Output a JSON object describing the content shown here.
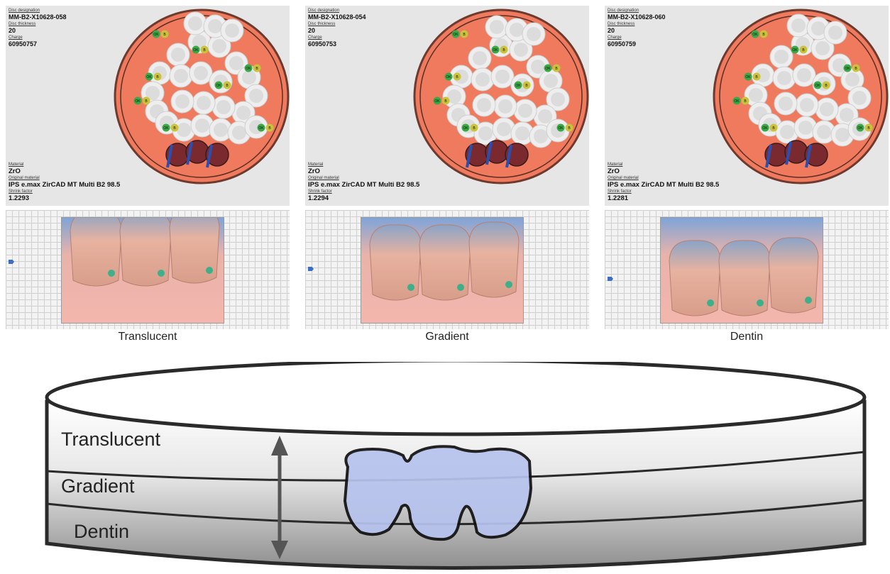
{
  "panels": [
    {
      "disc_designation_label": "Disc designation",
      "disc_designation": "MM-B2-X10628-058",
      "disc_thickness_label": "Disc thickness",
      "disc_thickness": "20",
      "charge_label": "Charge",
      "charge": "60950757",
      "material_label": "Material",
      "material": "ZrO",
      "original_material_label": "Original material",
      "original_material": "IPS e.max ZirCAD MT Multi B2 98.5",
      "shrink_factor_label": "Shrink factor",
      "shrink_factor": "1.2293",
      "caption": "Translucent"
    },
    {
      "disc_designation_label": "Disc designation",
      "disc_designation": "MM-B2-X10628-054",
      "disc_thickness_label": "Disc thickness",
      "disc_thickness": "20",
      "charge_label": "Charge",
      "charge": "60950753",
      "material_label": "Material",
      "material": "ZrO",
      "original_material_label": "Original material",
      "original_material": "IPS e.max ZirCAD MT Multi B2 98.5",
      "shrink_factor_label": "Shrink factor",
      "shrink_factor": "1.2294",
      "caption": "Gradient"
    },
    {
      "disc_designation_label": "Disc designation",
      "disc_designation": "MM-B2-X10628-060",
      "disc_thickness_label": "Disc thickness",
      "disc_thickness": "20",
      "charge_label": "Charge",
      "charge": "60950759",
      "material_label": "Material",
      "material": "ZrO",
      "original_material_label": "Original material",
      "original_material": "IPS e.max ZirCAD MT Multi B2 98.5",
      "shrink_factor_label": "Shrink factor",
      "shrink_factor": "1.2281",
      "caption": "Dentin"
    }
  ],
  "badges": {
    "ok": "OK",
    "b": "B"
  },
  "diagram": {
    "layers": [
      "Translucent",
      "Gradient",
      "Dentin"
    ]
  },
  "colors": {
    "disc_ring": "#ef7a5d",
    "badge_ok": "#3aa845",
    "badge_b": "#c9c23a",
    "restoration": "#b7c3ee"
  }
}
